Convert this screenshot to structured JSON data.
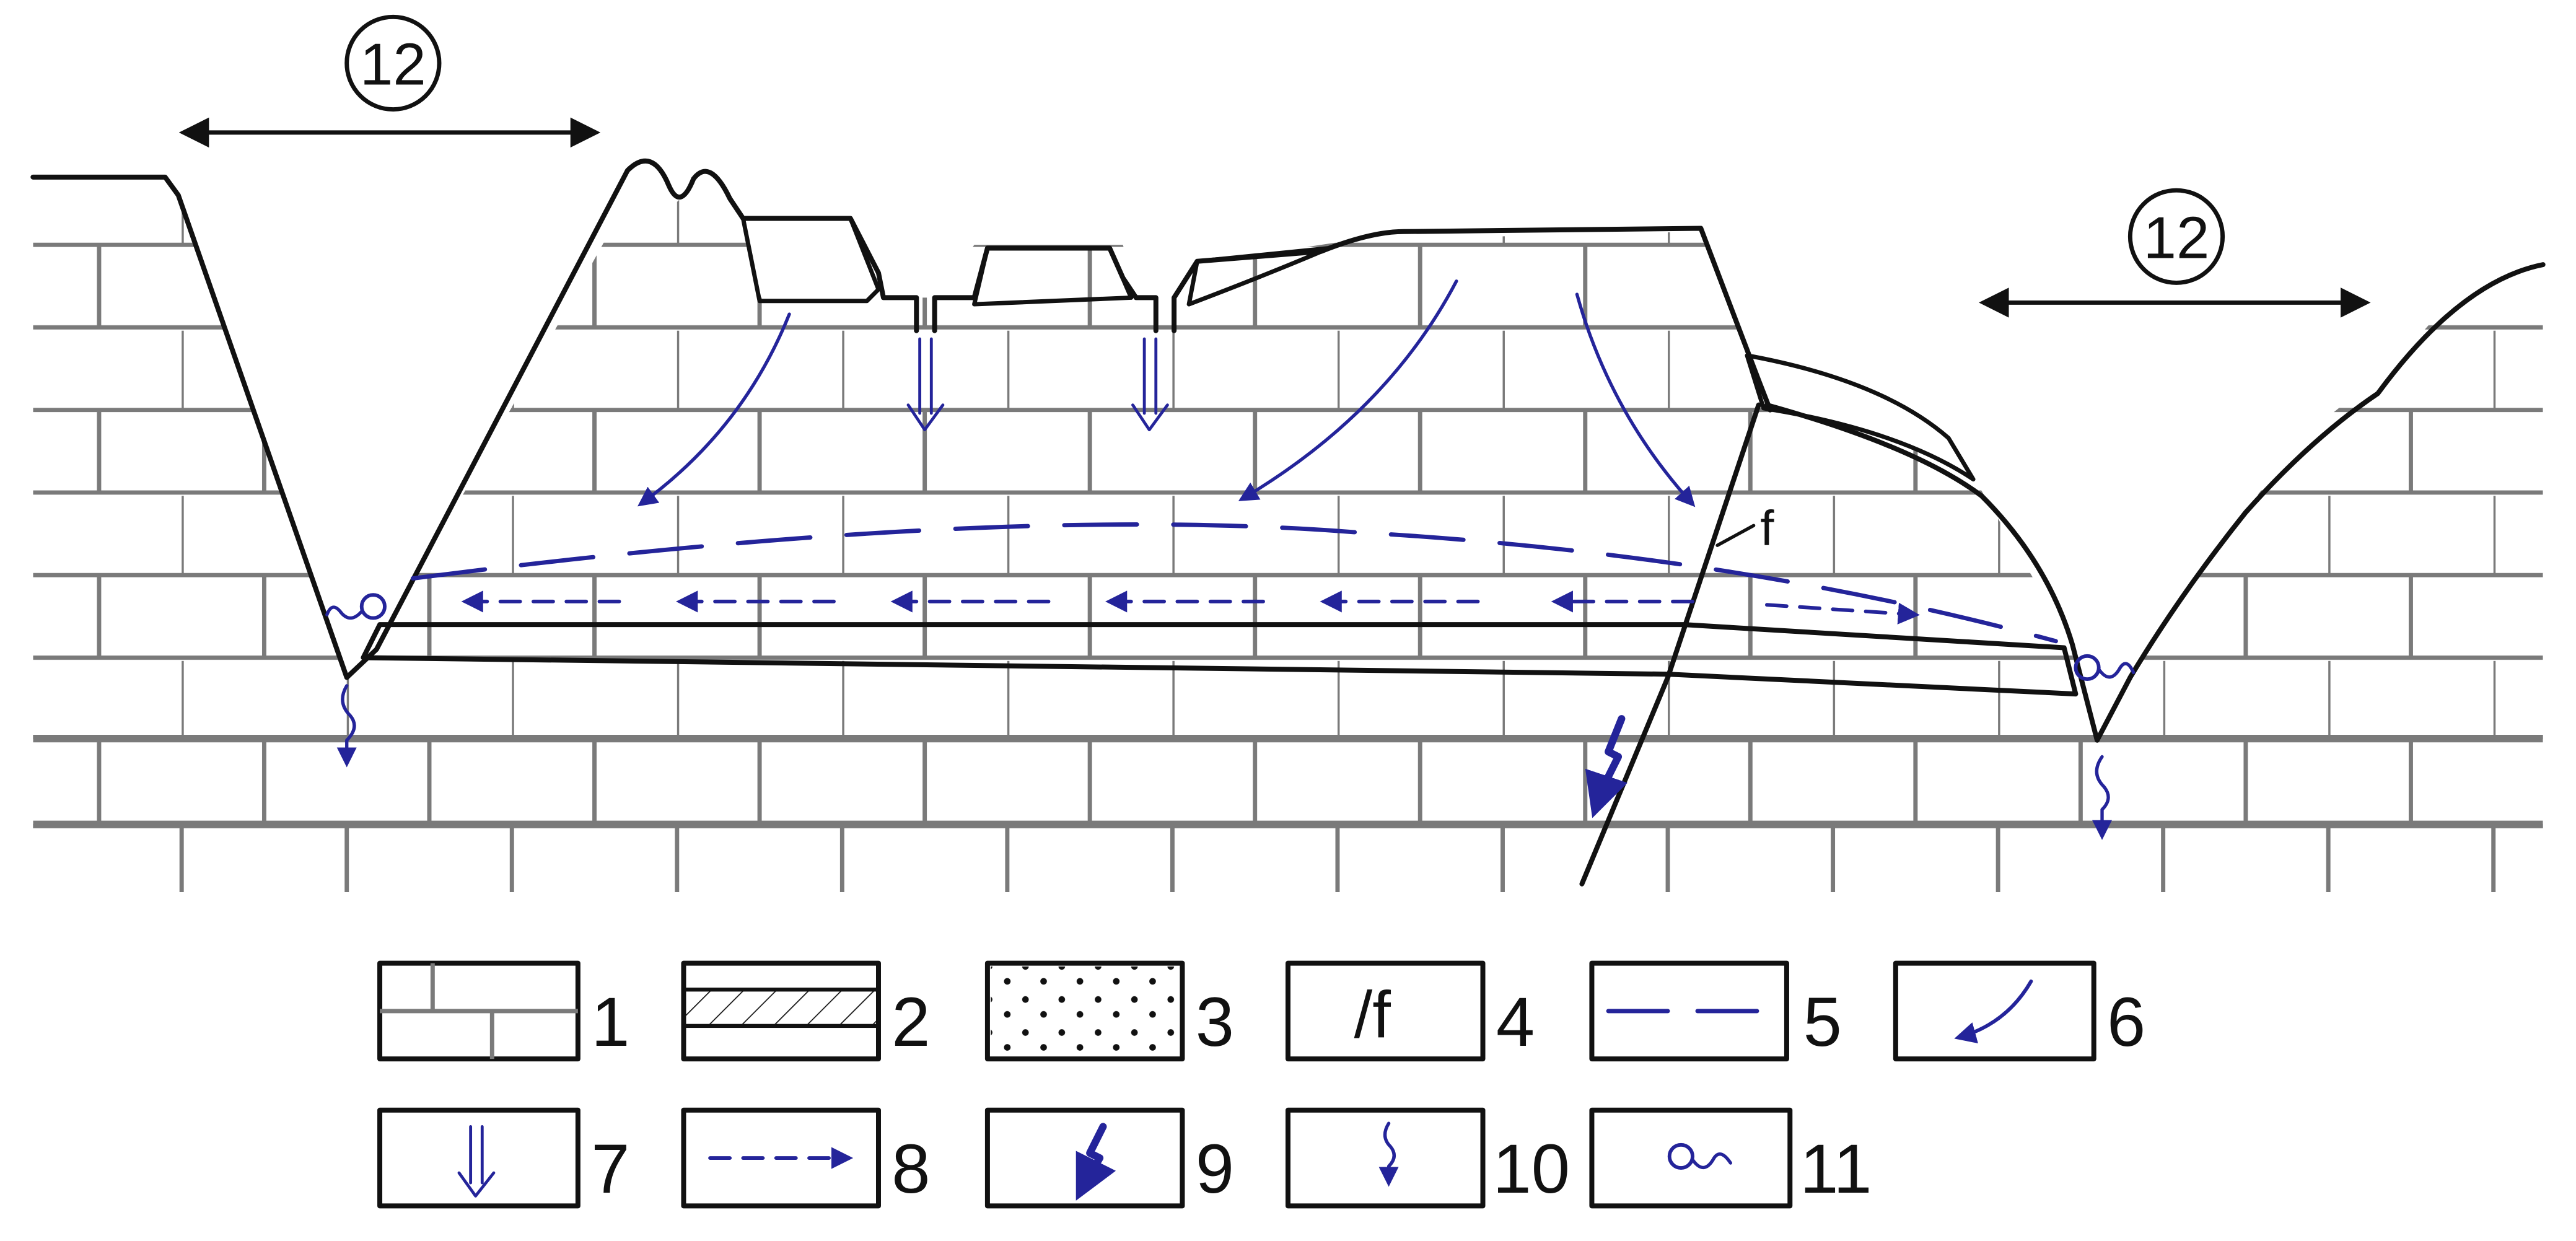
{
  "figure": {
    "zone_label": "12",
    "fault_label": "f"
  },
  "legend": {
    "items": [
      {
        "number": "1",
        "symbol": "limestone-brick"
      },
      {
        "number": "2",
        "symbol": "hatched-aquitard"
      },
      {
        "number": "3",
        "symbol": "dotted-deposit"
      },
      {
        "number": "4",
        "symbol": "fault-line",
        "text": "/f"
      },
      {
        "number": "5",
        "symbol": "long-dash-line"
      },
      {
        "number": "6",
        "symbol": "curved-arrow"
      },
      {
        "number": "7",
        "symbol": "double-down-arrow"
      },
      {
        "number": "8",
        "symbol": "dashed-arrow"
      },
      {
        "number": "9",
        "symbol": "bold-zigzag-arrow"
      },
      {
        "number": "10",
        "symbol": "wavy-down-arrow"
      },
      {
        "number": "11",
        "symbol": "spring-circle"
      }
    ]
  },
  "colors": {
    "ink": "#111111",
    "flow": "#24249a",
    "grid": "#7a7a7a"
  }
}
